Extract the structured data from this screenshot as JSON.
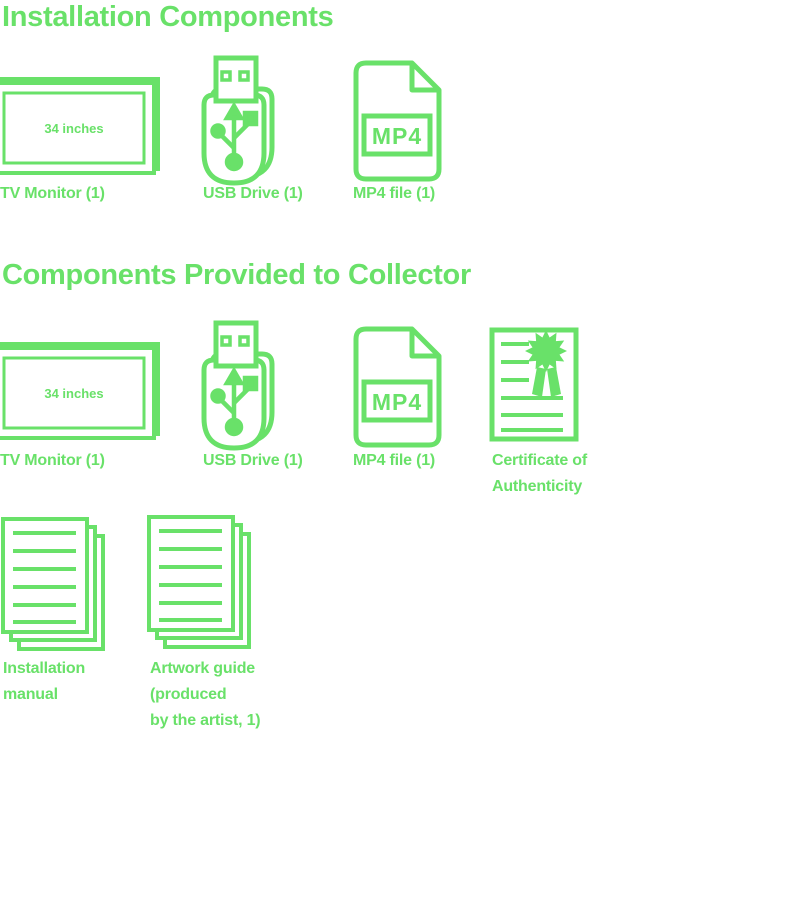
{
  "accent_color": "#69e169",
  "sections": [
    {
      "title": "Installation Components",
      "items": [
        {
          "label": "TV Monitor (1)",
          "icon": "tv-monitor",
          "screen_label": "34 inches"
        },
        {
          "label": "USB Drive (1)",
          "icon": "usb-drive"
        },
        {
          "label": "MP4 file (1)",
          "icon": "mp4-file",
          "badge": "MP4"
        }
      ]
    },
    {
      "title": "Components Provided to Collector",
      "items": [
        {
          "label": "TV Monitor (1)",
          "icon": "tv-monitor",
          "screen_label": "34 inches"
        },
        {
          "label": "USB Drive (1)",
          "icon": "usb-drive"
        },
        {
          "label": "MP4 file (1)",
          "icon": "mp4-file",
          "badge": "MP4"
        },
        {
          "label": "Certificate of\nAuthenticity",
          "icon": "certificate"
        },
        {
          "label": "Installation\nmanual",
          "icon": "document-stack"
        },
        {
          "label": "Artwork guide\n(produced\nby the artist, 1)",
          "icon": "document-stack"
        }
      ]
    }
  ]
}
